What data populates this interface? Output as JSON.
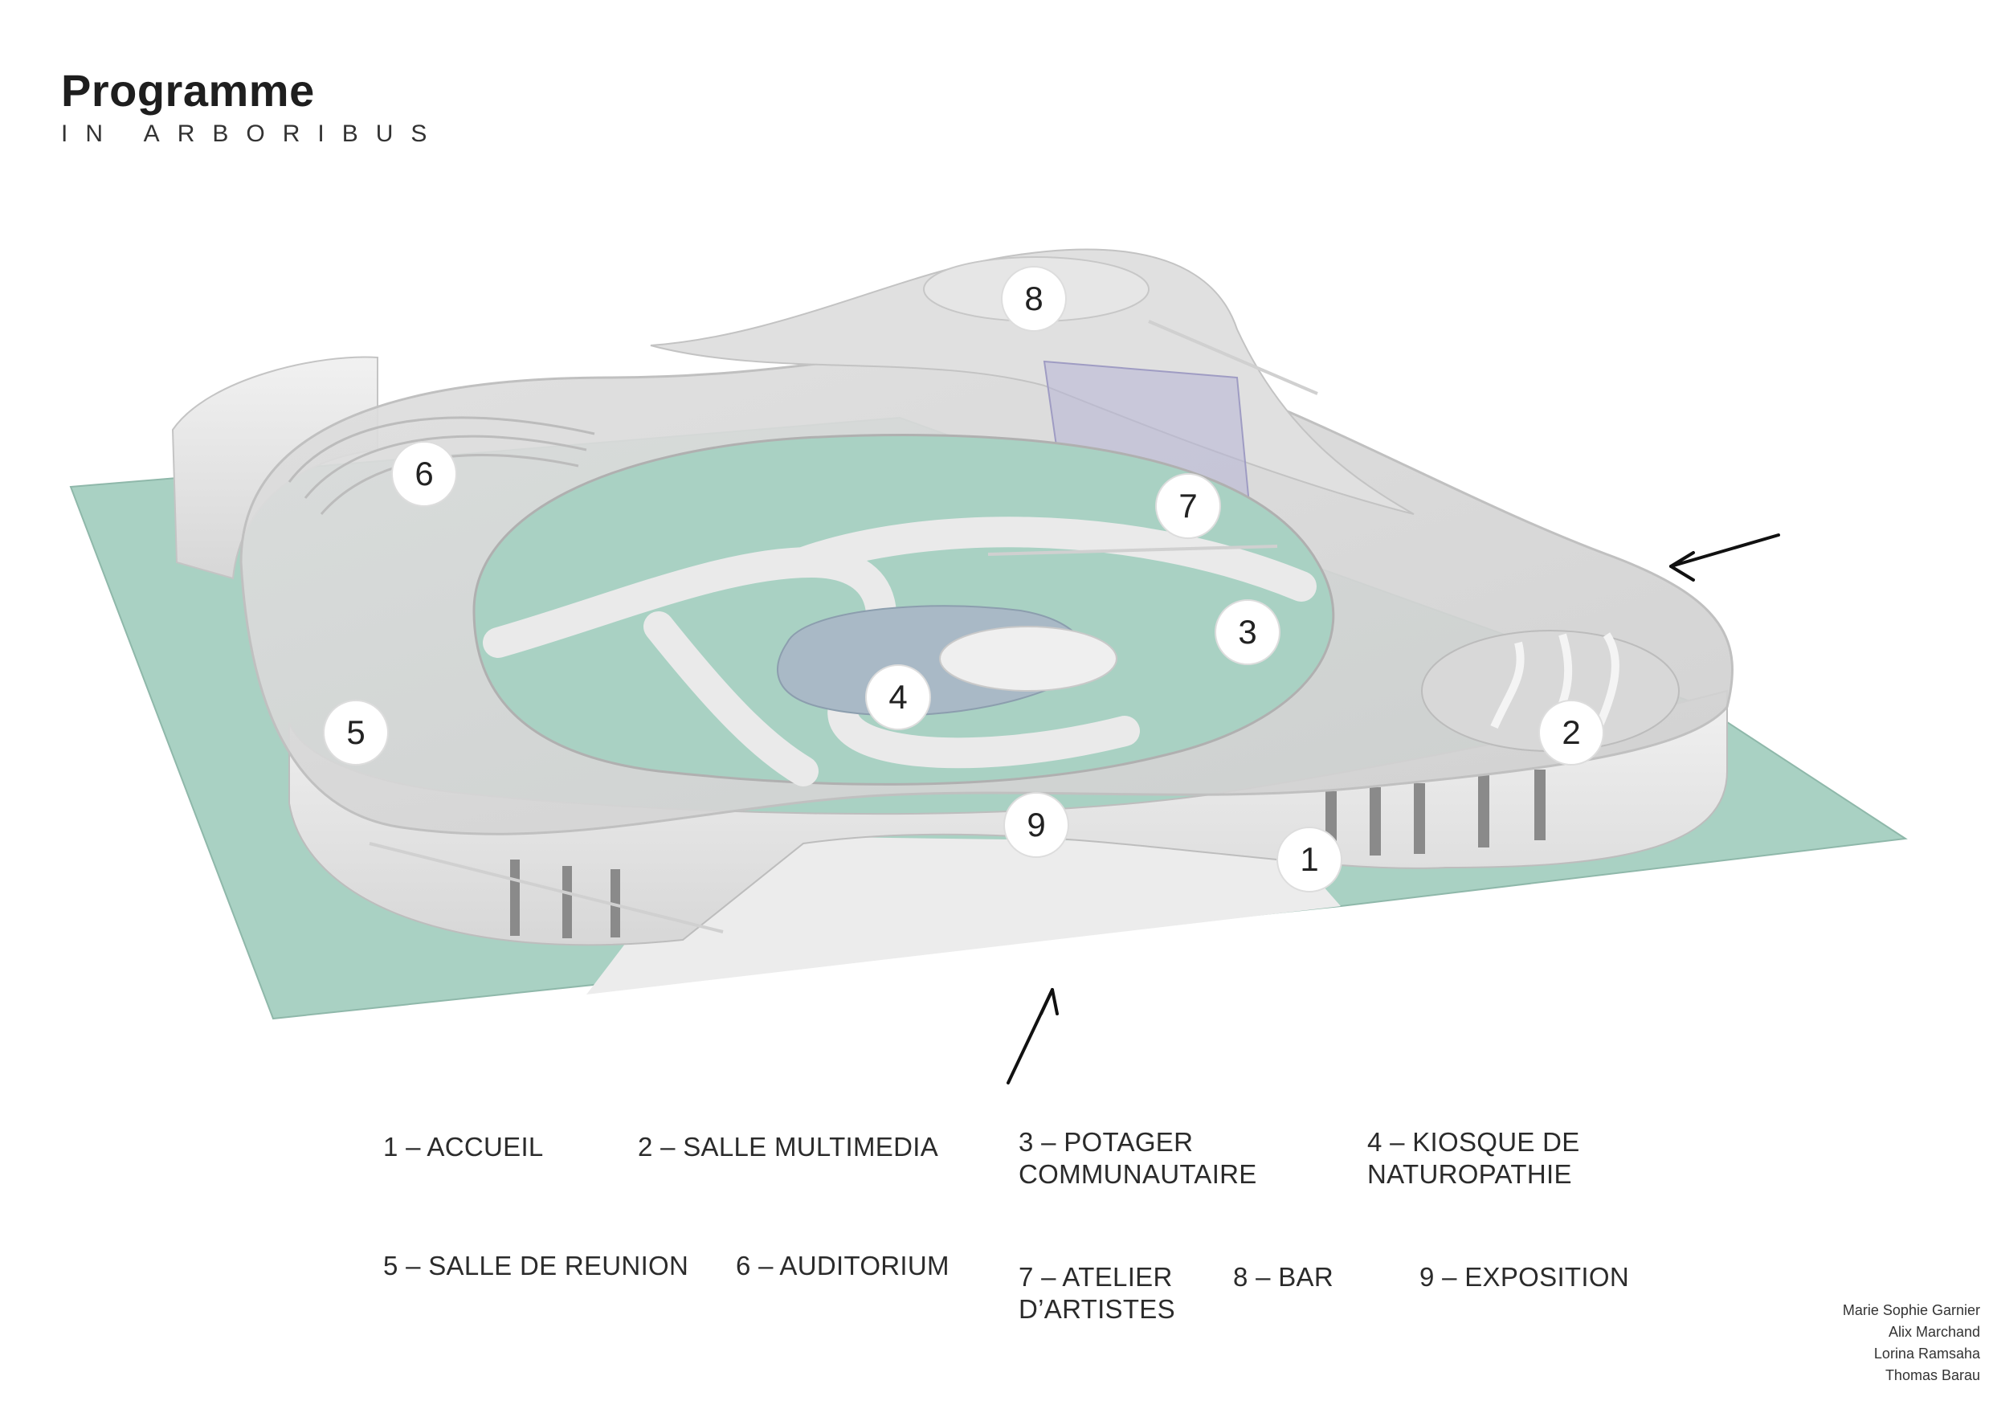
{
  "header": {
    "title": "Programme",
    "subtitle": "IN ARBORIBUS"
  },
  "markers": [
    "1",
    "2",
    "3",
    "4",
    "5",
    "6",
    "7",
    "8",
    "9"
  ],
  "legend": {
    "items": [
      "1 – ACCUEIL",
      "2 – SALLE MULTIMEDIA",
      "3 – POTAGER\nCOMMUNAUTAIRE",
      "4 – KIOSQUE DE\nNATUROPATHIE",
      "5 – SALLE DE REUNION",
      "6 – AUDITORIUM",
      "7 – ATELIER\nD’ARTISTES",
      "8 – BAR",
      "9 – EXPOSITION"
    ]
  },
  "credits": [
    "Marie Sophie Garnier",
    "Alix Marchand",
    "Lorina Ramsaha",
    "Thomas Barau"
  ],
  "colors": {
    "ground": "#a9d1c3",
    "roof": "#d4d4d4",
    "walls": "#e4e4e4",
    "water": "#a9b9c6",
    "glass": "#b7b4d6"
  }
}
